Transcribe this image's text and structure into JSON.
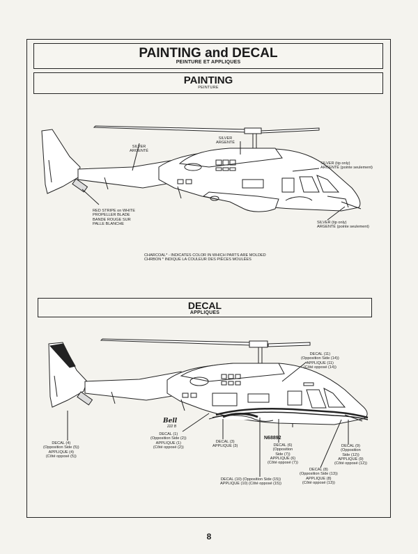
{
  "header": {
    "title": "PAINTING and DECAL",
    "subtitle": "PEINTURE ET APPLIQUES"
  },
  "painting": {
    "title": "PAINTING",
    "subtitle": "PEINTURE",
    "labels": {
      "silver_left": "SILVER\nARGENTÉ",
      "silver_top": "SILVER\nARGENTÉ",
      "silver_tip_top": "SILVER (tip only)\nARGENTÉ (pointe seulement)",
      "silver_tip_bottom": "SILVER (tip only)\nARGENTÉ (pointe seulement)",
      "red_stripe": "RED STRIPE on WHITE\nPROPELLER BLADE\nBANDE ROUGE SUR\nPALLE BLANCHE"
    },
    "note": "CHARCOAL* - INDICATES COLOR IN WHICH PARTS ARE MOLDED\nCHRBON * INDIQUE LA COULEUR DES PIÈCES MOULÉES"
  },
  "decal": {
    "title": "DECAL",
    "subtitle": "APPLIQUES",
    "labels": {
      "d11": "DECAL (11)\n(Opposition Side (14))\nAPPLIQUE (11)\n(Côté opposé (14))",
      "d4": "DECAL (4)\n(Opposition Side (5))\nAPPLIQUE (4)\n(Côté opposé (5))",
      "d1": "DECAL (1)\n(Opposition Side (2))\nAPPLIQUE (1)\n(Côté opposé (2))",
      "d3": "DECAL (3)\nAPPLIQUE (3)",
      "reg": "N68892",
      "d6": "DECAL (6)\n(Opposition\nSide (7))\nAPPLIQUE (6)\n(Côté opposé (7))",
      "d9": "DECAL (9)\n(Opposition\nSide (12))\nAPPLIQUE (9)\n(Côté opposé (12))",
      "d8": "DECAL (8)\n(Opposition Side (13))\nAPPLIQUE (8)\n(Côté opposé (13))",
      "d10": "DECAL (10) (Opposition Side (15))\nAPPLIQUE (10) (Côté opposé (15))",
      "bell_logo": "Bell",
      "bell_model": "222 B"
    }
  },
  "page_number": "8"
}
